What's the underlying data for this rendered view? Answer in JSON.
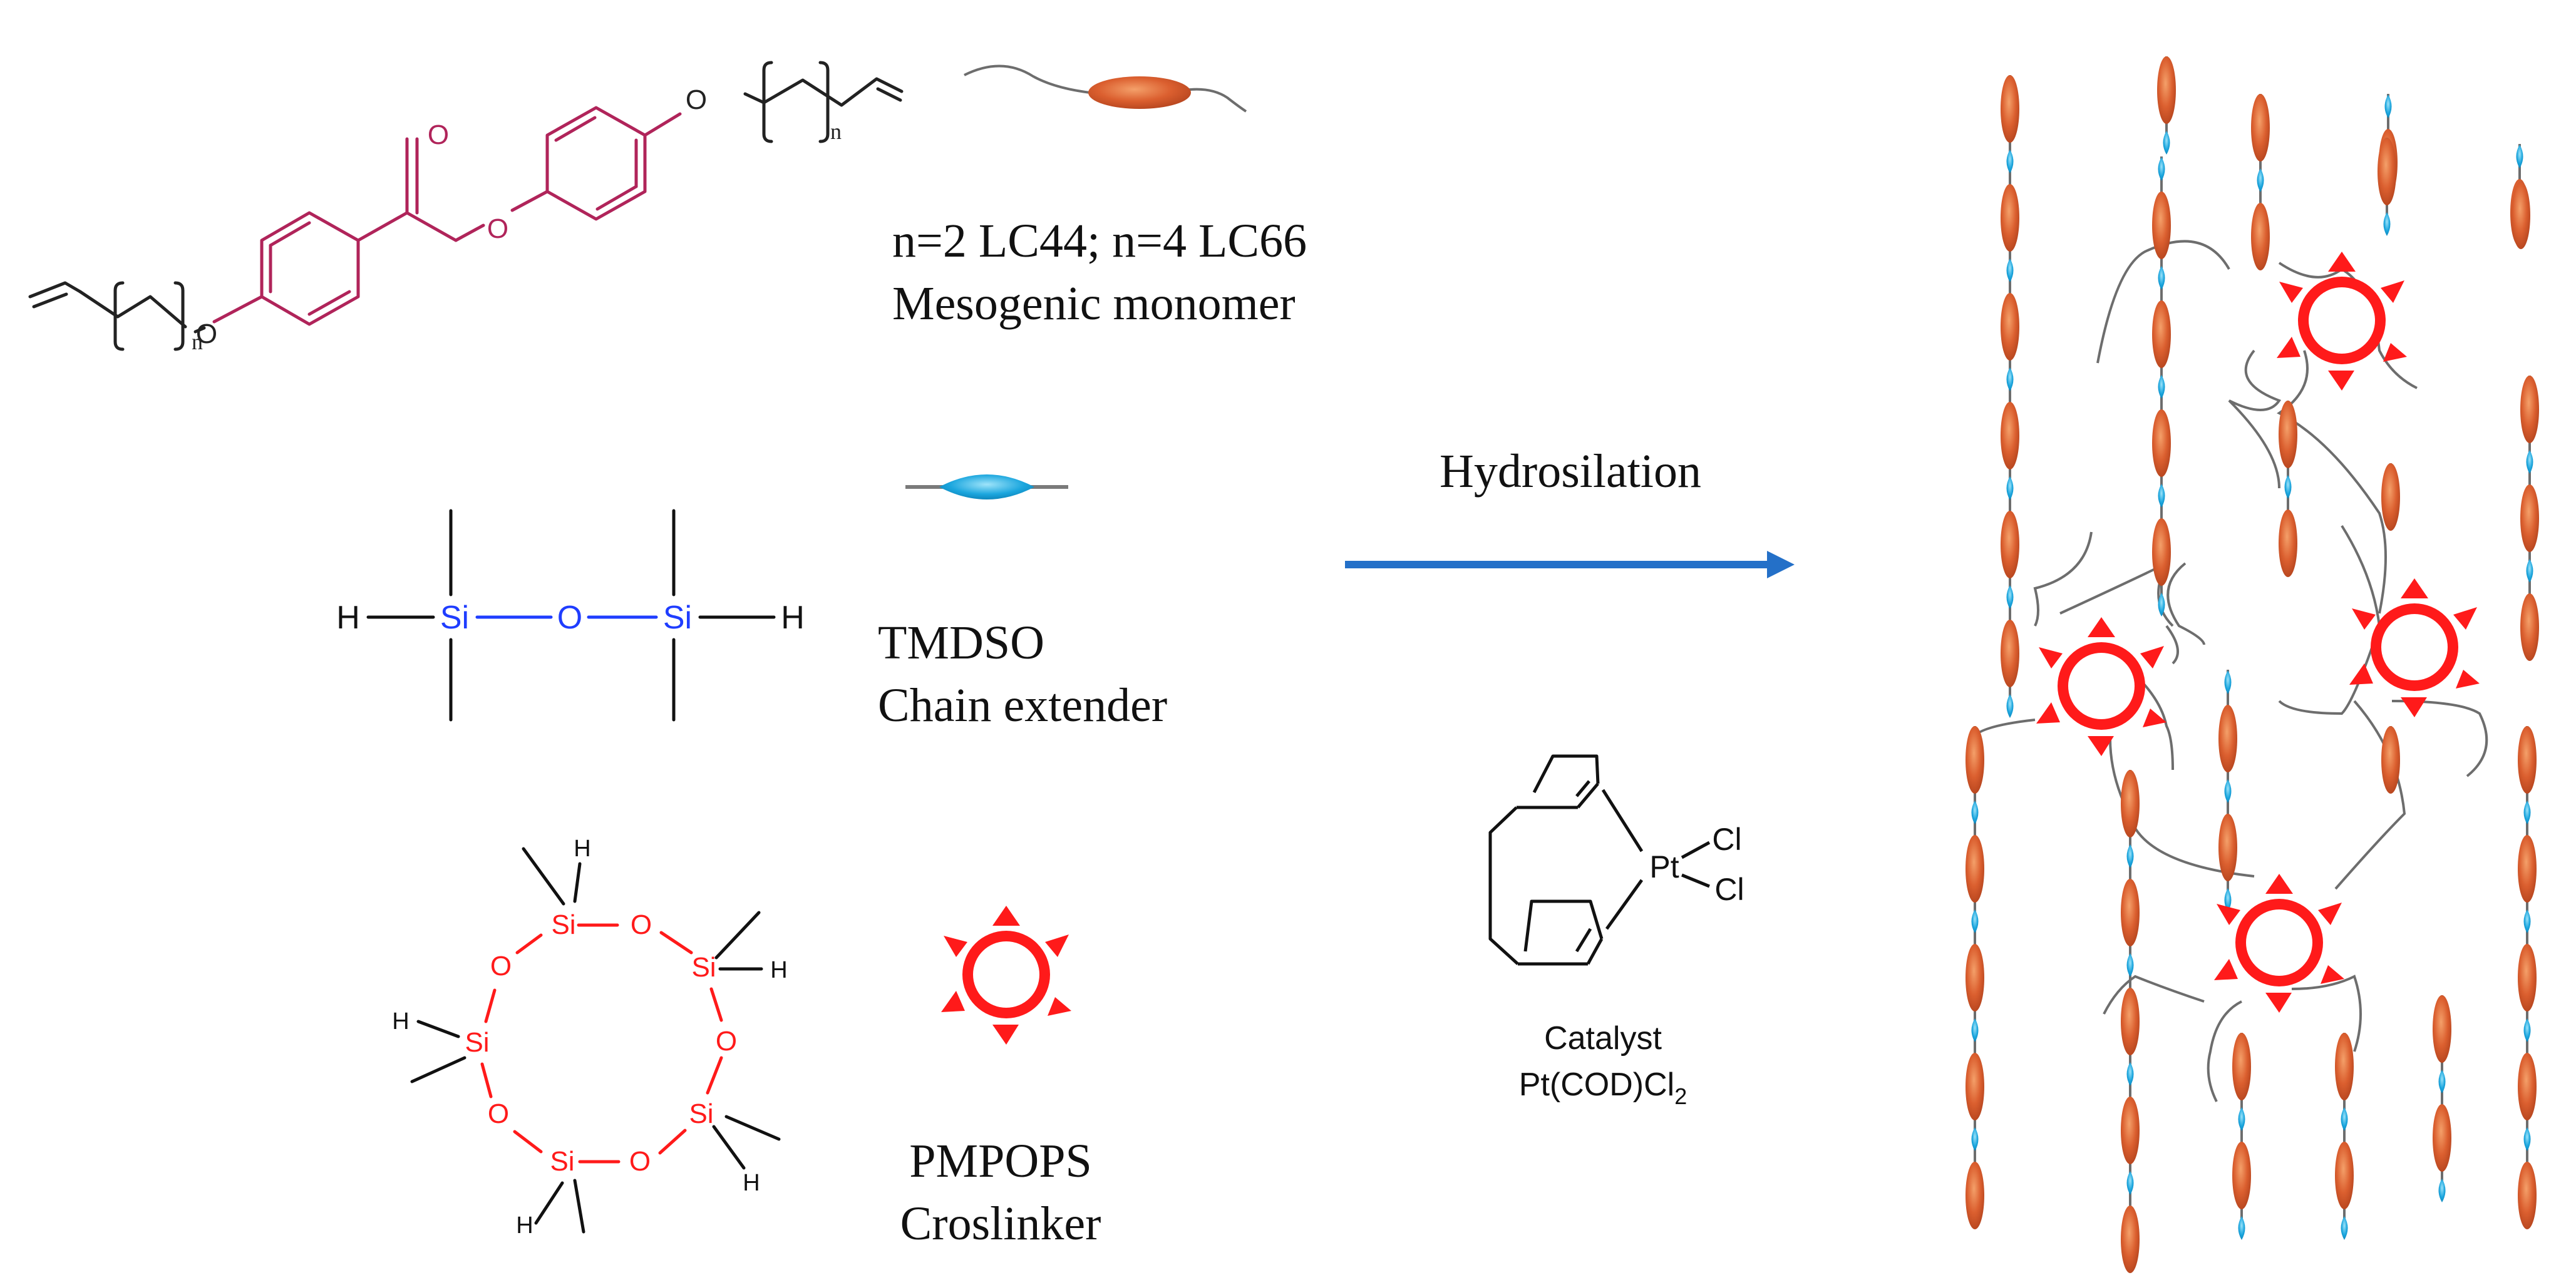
{
  "monomer": {
    "subscript": "n",
    "formula_note": "n=2  LC44; n=4  LC66",
    "role": "Mesogenic monomer",
    "atoms": {
      "o": "O"
    }
  },
  "extender": {
    "name": "TMDSO",
    "role": "Chain extender",
    "atoms": {
      "h": "H",
      "si": "Si",
      "o": "O"
    }
  },
  "crosslinker": {
    "name": "PMPOPS",
    "role": "Croslinker",
    "atoms": {
      "si": "Si",
      "o": "O",
      "h": "H"
    }
  },
  "reaction": {
    "label": "Hydrosilation"
  },
  "catalyst": {
    "label": "Catalyst",
    "formula_main": "Pt(COD)Cl",
    "formula_sub": "2",
    "atoms": {
      "pt": "Pt",
      "cl": "Cl"
    }
  },
  "colors": {
    "mesogen_fill": "#d2552b",
    "mesogen_highlight": "#f49a62",
    "extender_fill": "#1ba6de",
    "extender_highlight": "#8fdcf6",
    "crosslinker": "#ff1a1a",
    "monomer_bond": "#b0245a",
    "tmdso_bond": "#1f3dff",
    "ring_atoms": "#ff1a1a",
    "arrow": "#2470c8",
    "chain": "#6d6d6d",
    "text": "#111111"
  }
}
